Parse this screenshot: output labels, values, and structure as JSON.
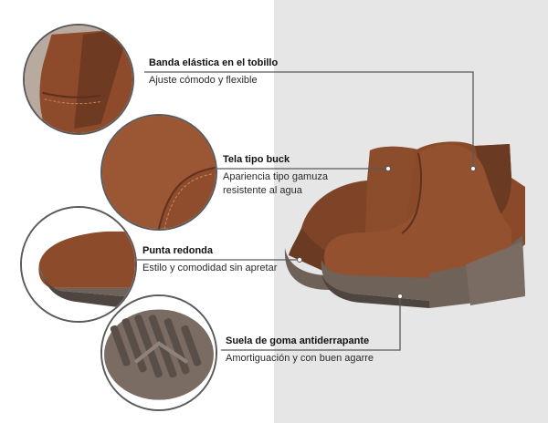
{
  "colors": {
    "leather": "#8a4a2a",
    "leather_dark": "#6b3520",
    "sole": "#6f6258",
    "sole_dark": "#4e4540",
    "panel_bg": "#e6e6e6",
    "line": "#5a5a5a"
  },
  "features": [
    {
      "title": "Banda elástica en el tobillo",
      "description_lines": [
        "Ajuste cómodo y flexible"
      ],
      "icon": "elastic-band-closeup-icon"
    },
    {
      "title": "Tela tipo buck",
      "description_lines": [
        "Apariencia tipo gamuza",
        "resistente al agua"
      ],
      "icon": "buck-fabric-closeup-icon"
    },
    {
      "title": "Punta redonda",
      "description_lines": [
        "Estilo y comodidad sin apretar"
      ],
      "icon": "round-toe-closeup-icon"
    },
    {
      "title": "Suela de goma antiderrapante",
      "description_lines": [
        "Amortiguación y con buen agarre"
      ],
      "icon": "rubber-sole-closeup-icon"
    }
  ]
}
